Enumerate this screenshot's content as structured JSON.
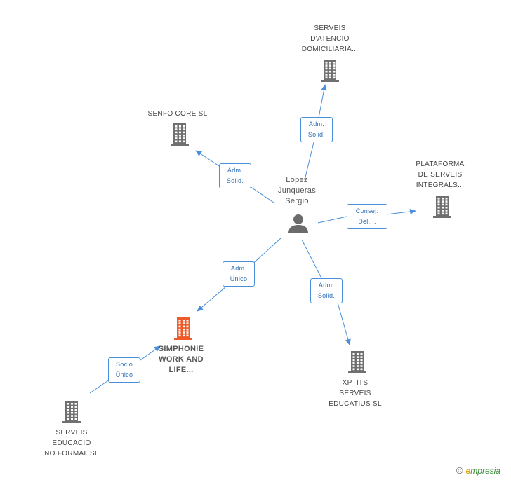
{
  "person": {
    "lines": [
      "Lopez",
      "Junqueras",
      "Sergio"
    ]
  },
  "companies": {
    "atencio": {
      "lines": [
        "SERVEIS",
        "D'ATENCIO",
        "DOMICILIARIA..."
      ]
    },
    "senfo": {
      "lines": [
        "SENFO CORE SL"
      ]
    },
    "plataforma": {
      "lines": [
        "PLATAFORMA",
        "DE SERVEIS",
        "INTEGRALS..."
      ]
    },
    "simphonie": {
      "lines": [
        "SIMPHONIE",
        "WORK AND",
        "LIFE..."
      ]
    },
    "xptits": {
      "lines": [
        "XPTITS",
        "SERVEIS",
        "EDUCATIUS SL"
      ]
    },
    "educacio": {
      "lines": [
        "SERVEIS",
        "EDUCACIO",
        "NO FORMAL SL"
      ]
    }
  },
  "relations": {
    "r_atencio": {
      "lines": [
        "Adm.",
        "Solid."
      ]
    },
    "r_senfo": {
      "lines": [
        "Adm.",
        "Solid."
      ]
    },
    "r_plataforma": {
      "lines": [
        "Consej.",
        "Del...."
      ]
    },
    "r_simphonie": {
      "lines": [
        "Adm.",
        "Unico"
      ]
    },
    "r_xptits": {
      "lines": [
        "Adm.",
        "Solid."
      ]
    },
    "r_educacio": {
      "lines": [
        "Socio",
        "Único"
      ]
    }
  },
  "colors": {
    "edge": "#4a8fd9",
    "building": "#707070",
    "focus_building": "#f05a28",
    "person": "#6b6b6b"
  },
  "icons": {
    "building": "building-icon",
    "person": "person-icon"
  },
  "brand": {
    "copyright": "©",
    "initial": "e",
    "rest": "mpresia"
  }
}
